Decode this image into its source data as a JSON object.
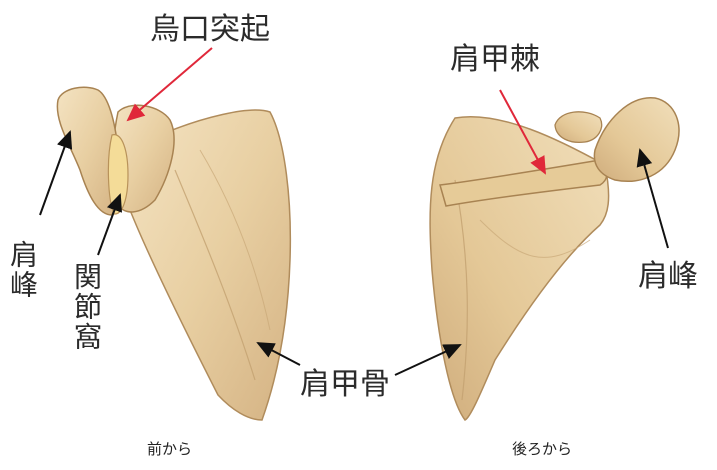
{
  "labels": {
    "coracoid": "烏口突起",
    "spine": "肩甲棘",
    "acromion_front": "肩峰",
    "glenoid": "関節窩",
    "scapula": "肩甲骨",
    "acromion_back": "肩峰"
  },
  "captions": {
    "front": "前から",
    "back": "後ろから"
  },
  "colors": {
    "bone": "#e9d2a8",
    "bone_shadow": "#c9a878",
    "glenoid": "#f3dfa0",
    "arrow_red": "#e0283a",
    "arrow_black": "#111111"
  }
}
